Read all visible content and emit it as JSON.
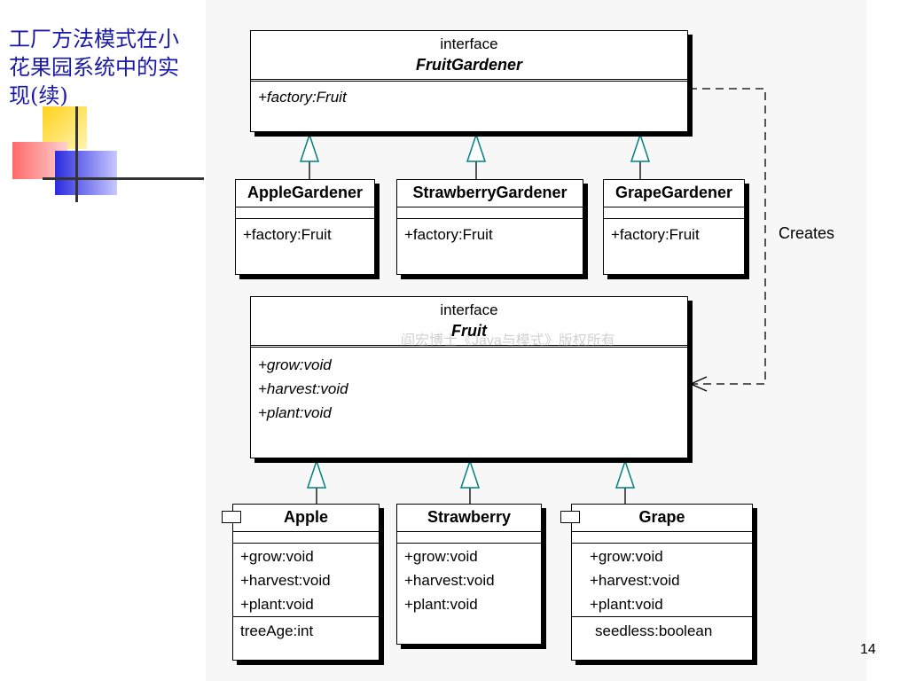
{
  "slide": {
    "title": "工厂方法模式在小花果园系统中的实现(续)",
    "page_number": "14",
    "watermark": "阎宏博士《Java与模式》版权所有"
  },
  "diagram": {
    "creates_label": "Creates",
    "fruit_gardener": {
      "stereotype": "interface",
      "name": "FruitGardener",
      "operations": [
        "+factory:Fruit"
      ]
    },
    "gardeners": [
      {
        "name": "AppleGardener",
        "operations": [
          "+factory:Fruit"
        ]
      },
      {
        "name": "StrawberryGardener",
        "operations": [
          "+factory:Fruit"
        ]
      },
      {
        "name": "GrapeGardener",
        "operations": [
          "+factory:Fruit"
        ]
      }
    ],
    "fruit": {
      "stereotype": "interface",
      "name": "Fruit",
      "operations": [
        "+grow:void",
        "+harvest:void",
        "+plant:void"
      ]
    },
    "fruits": [
      {
        "name": "Apple",
        "operations": [
          "+grow:void",
          "+harvest:void",
          "+plant:void"
        ],
        "attributes": [
          "treeAge:int"
        ]
      },
      {
        "name": "Strawberry",
        "operations": [
          "+grow:void",
          "+harvest:void",
          "+plant:void"
        ],
        "attributes": []
      },
      {
        "name": "Grape",
        "operations": [
          "+grow:void",
          "+harvest:void",
          "+plant:void"
        ],
        "attributes": [
          "seedless:boolean"
        ]
      }
    ]
  }
}
